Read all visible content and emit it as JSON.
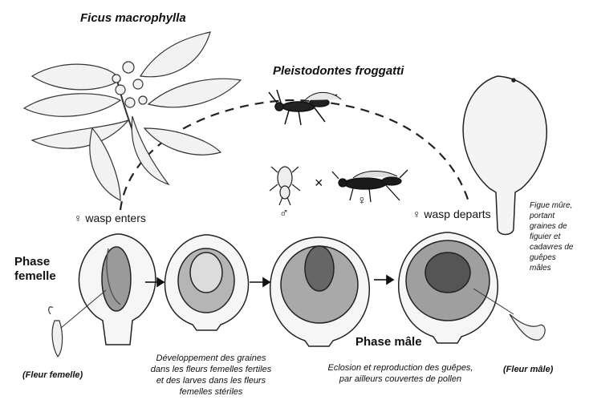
{
  "titles": {
    "plant": "Ficus macrophylla",
    "wasp": "Pleistodontes froggatti"
  },
  "labels": {
    "wasp_enters": "♀ wasp enters",
    "wasp_departs": "♀ wasp departs",
    "male_symbol": "♂",
    "female_symbol": "♀",
    "cross": "×"
  },
  "phases": {
    "female": [
      "Phase",
      "femelle"
    ],
    "male": "Phase mâle"
  },
  "captions": {
    "fleur_femelle": "(Fleur femelle)",
    "fleur_male": "(Fleur mâle)",
    "development": [
      "Développement des graines",
      "dans les fleurs femelles fertiles",
      "et des larves dans les fleurs",
      "femelles stériles"
    ],
    "eclosion": [
      "Eclosion et reproduction des guêpes,",
      "par ailleurs couvertes de pollen"
    ],
    "ripe_fig": [
      "Figue mûre,",
      "portant",
      "graines de",
      "figuier et",
      "cadavres de",
      "guêpes",
      "mâles"
    ]
  }
}
